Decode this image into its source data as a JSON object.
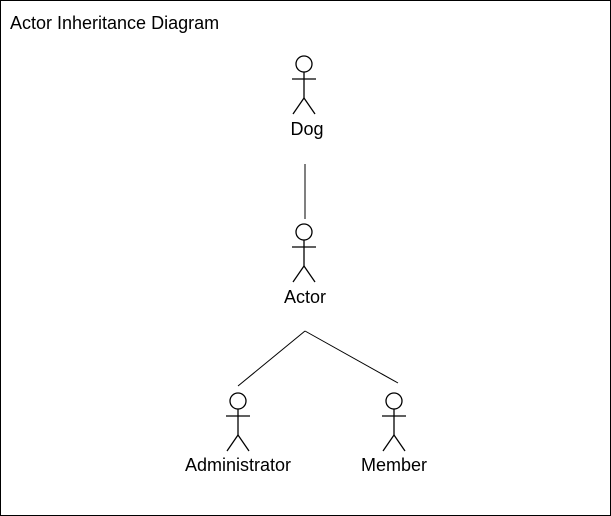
{
  "diagram": {
    "title": "Actor Inheritance Diagram",
    "line_color": "#000000",
    "background": "#ffffff"
  },
  "actors": [
    {
      "id": "dog",
      "label": "Dog"
    },
    {
      "id": "actor",
      "label": "Actor"
    },
    {
      "id": "administrator",
      "label": "Administrator"
    },
    {
      "id": "member",
      "label": "Member"
    }
  ],
  "relations": [
    {
      "from": "dog",
      "to": "actor"
    },
    {
      "from": "actor",
      "to": "administrator"
    },
    {
      "from": "actor",
      "to": "member"
    }
  ]
}
